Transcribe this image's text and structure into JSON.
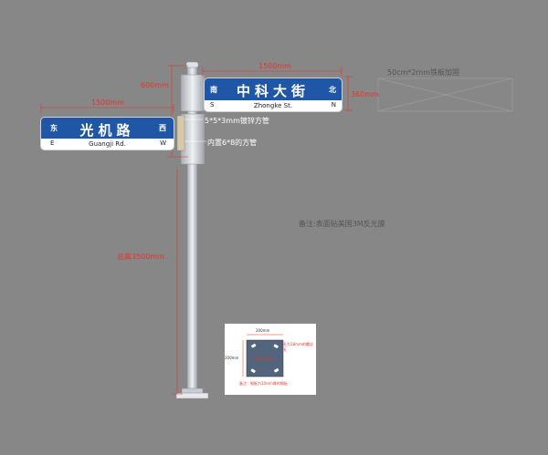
{
  "signs": {
    "upper": {
      "name": "中科大街",
      "dir_left": "南",
      "dir_right": "北",
      "romanized": "Zhongke St.",
      "bottom_left": "S",
      "bottom_right": "N"
    },
    "lower": {
      "name": "光机路",
      "dir_left": "东",
      "dir_right": "西",
      "romanized": "Guangji Rd.",
      "bottom_left": "E",
      "bottom_right": "W"
    }
  },
  "dimensions": {
    "upper_width": "1500mm",
    "upper_height": "360mm",
    "lower_width": "1500mm",
    "arm_height": "600mm",
    "total_height": "总高3500mm"
  },
  "annotations": {
    "reinforcement": "50cm*2mm铁板加固",
    "arm_tube": "5*5*3mm镀锌方管",
    "inner_tube": "内置6*8的方管",
    "remark": "备注:表面贴美国3M反光膜"
  },
  "base_plate": {
    "width_label": "200mm",
    "height_label": "200mm",
    "hole_note": "孔为18mm的螺丝孔",
    "inner_label": "孔距120mm",
    "footer_note": "备注：钢板为10mm厚的钢板"
  },
  "colors": {
    "background": "#878787",
    "sign_blue": "#1f57a6",
    "dimension_red": "#e8332a",
    "pole": "#c8ccd2"
  }
}
